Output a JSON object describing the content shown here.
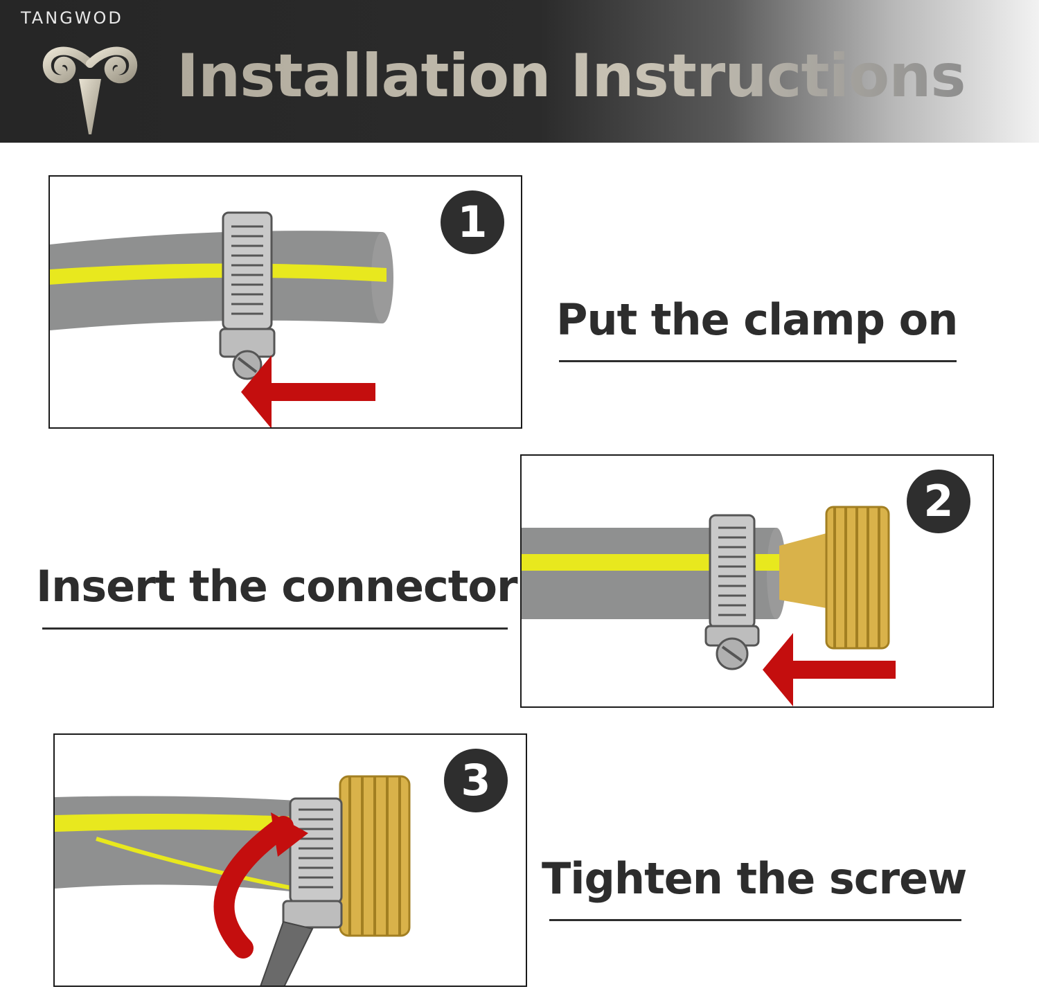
{
  "header": {
    "brand": "TANGWOD",
    "title": "Installation Instructions"
  },
  "colors": {
    "hose": "#8f9090",
    "stripe": "#e8e81e",
    "brass": "#d9b24a",
    "arrow": "#c40e0e",
    "badge": "#2e2e2e",
    "text": "#2d2d2d"
  },
  "steps": [
    {
      "number": "1",
      "caption": "Put the clamp on"
    },
    {
      "number": "2",
      "caption": "Insert the connector"
    },
    {
      "number": "3",
      "caption": "Tighten the screw"
    }
  ]
}
